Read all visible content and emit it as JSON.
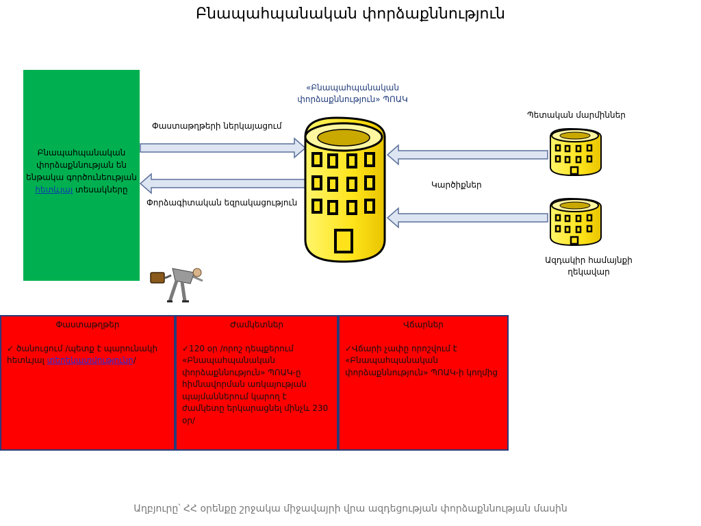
{
  "title": "Բնապահպանական փորձաքննություն",
  "green_box": {
    "text": "Բնապահպանական փորձաքննության են ենթակա գործունեության",
    "link": "հետևյալ",
    "suffix": " տեսակները"
  },
  "center_label": "«Բնապահպանական փորձաքննություն» ՊՈԱԿ",
  "arrows": {
    "submit_label": "Փաստաթղթերի ներկայացում",
    "opinion_label": "Փորձագիտական եզրակացություն",
    "opinions_label": "Կարծիքներ"
  },
  "nodes": {
    "state_label": "Պետական մարմիններ",
    "community_label": "Ազդակիր համայնքի ղեկավար"
  },
  "info_boxes": {
    "docs": {
      "header": "Փաստաթղթեր",
      "text_before": "✓ ծանուցում /պետք է պարունակի հետևյալ ",
      "link": "տեղեկատվությունը",
      "text_after": "/"
    },
    "terms": {
      "header": "Ժամկետներ",
      "text": "✓120 օր /որոշ դեպքերում «Բնապահպանական փորձաքննություն» ՊՈԱԿ-ը հիմնավորման առկայության պայմաններում կարող է ժամկետը երկարացնել մինչև 230 օր/"
    },
    "fees": {
      "header": "Վճարներ",
      "text": "✓Վճարի չափը որոշվում է «Բնապահպանական փորձաքննություն» ՊՈԱԿ-ի կողմից"
    }
  },
  "source": "Աղբյուրը՝ ՀՀ օրենքը շրջակա միջավայրի վրա ազդեցության փորձաքննության մասին",
  "colors": {
    "green": "#00b050",
    "red": "#ff0000",
    "building_yellow": "#ffee33",
    "arrow_fill": "#dde5f2",
    "arrow_stroke": "#5a6f9a"
  }
}
